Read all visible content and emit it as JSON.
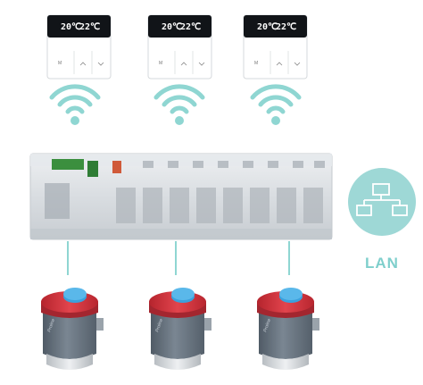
{
  "thermostats": [
    {
      "temp_current": "20℃",
      "temp_target": "22℃",
      "mode_button": "M"
    },
    {
      "temp_current": "20℃",
      "temp_target": "22℃",
      "mode_button": "M"
    },
    {
      "temp_current": "20℃",
      "temp_target": "22℃",
      "mode_button": "M"
    }
  ],
  "network": {
    "label": "LAN"
  },
  "colors": {
    "wireless": "#8fd6d2",
    "lan_circle": "#9ed8d6",
    "actuator_body": "#6e7a86",
    "actuator_cap": "#d8343e",
    "actuator_button": "#3aa1dd"
  },
  "icons": {
    "thermostat": "thermostat-icon",
    "wireless": "wifi-signal-icon",
    "controller": "wiring-center-icon",
    "network": "network-topology-icon",
    "actuator": "thermal-actuator-icon"
  }
}
